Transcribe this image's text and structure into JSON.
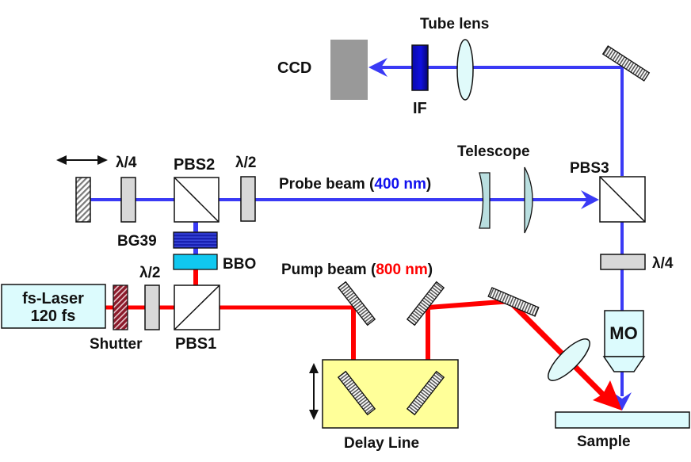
{
  "colors": {
    "probe_beam": "#3a3af5",
    "pump_beam": "#ff0000",
    "ccd": "#999999",
    "lens_fill": "#e0fafa",
    "telescope_fill": "#b9dfe0",
    "waveplate_fill": "#d8d8d8",
    "bbo_fill": "#10c8f0",
    "bg39_fill": "#1820c0",
    "if_fill": "#0a0acc",
    "delay_box_fill": "#ffff99",
    "laser_box_fill": "#dcfbfd",
    "shutter_fill": "#8b1a2a",
    "sample_fill": "#dcfbfd",
    "mo_fill": "#dcfbfd"
  },
  "labels": {
    "ccd": "CCD",
    "if": "IF",
    "tube_lens": "Tube lens",
    "quarter_wave_top": "λ/4",
    "pbs2": "PBS2",
    "half_wave_top": "λ/2",
    "probe_beam_prefix": "Probe beam (",
    "probe_beam_wavelength": "400 nm",
    "probe_beam_suffix": ")",
    "telescope": "Telescope",
    "pbs3": "PBS3",
    "bg39": "BG39",
    "bbo": "BBO",
    "half_wave_bottom": "λ/2",
    "quarter_wave_right": "λ/4",
    "pump_beam_prefix": "Pump beam (",
    "pump_beam_wavelength": "800 nm",
    "pump_beam_suffix": ")",
    "laser_line1": "fs-Laser",
    "laser_line2": "120 fs",
    "shutter": "Shutter",
    "pbs1": "PBS1",
    "mo": "MO",
    "delay_line": "Delay Line",
    "sample": "Sample"
  }
}
